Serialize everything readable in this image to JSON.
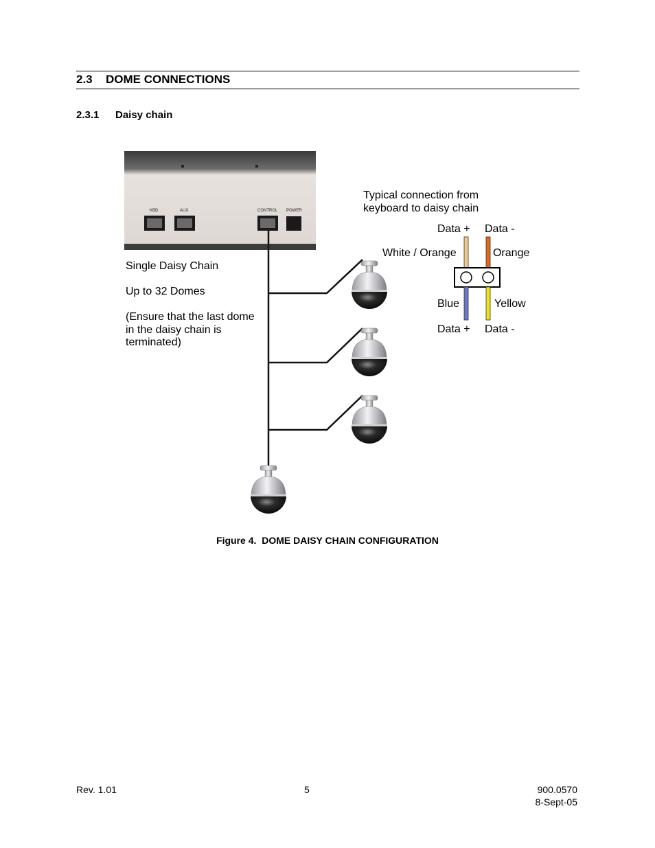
{
  "section": {
    "number": "2.3",
    "title": "DOME CONNECTIONS"
  },
  "subsection": {
    "number": "2.3.1",
    "title": "Daisy chain"
  },
  "figure": {
    "panel_labels": {
      "kbd": "KBD",
      "aux": "AUX",
      "control": "CONTROL",
      "power": "POWER"
    },
    "notes": {
      "line1": "Single Daisy Chain",
      "line2": "Up to 32 Domes",
      "line3": "(Ensure that the last dome",
      "line4": "in the daisy chain is",
      "line5": "terminated)"
    },
    "connection": {
      "title_line1": "Typical connection from",
      "title_line2": "keyboard to daisy chain",
      "top_left": "Data +",
      "top_right": "Data -",
      "wire_top_left": "White / Orange",
      "wire_top_right": "Orange",
      "wire_bottom_left": "Blue",
      "wire_bottom_right": "Yellow",
      "bottom_left": "Data +",
      "bottom_right": "Data -"
    },
    "colors": {
      "white_orange": "#f0c890",
      "orange": "#e06a1a",
      "blue": "#6a78c8",
      "yellow": "#f0e21a"
    },
    "caption_prefix": "Figure 4.",
    "caption_title": "DOME DAISY CHAIN CONFIGURATION"
  },
  "footer": {
    "rev": "Rev. 1.01",
    "page": "5",
    "doc_number": "900.0570",
    "date": "8-Sept-05"
  }
}
